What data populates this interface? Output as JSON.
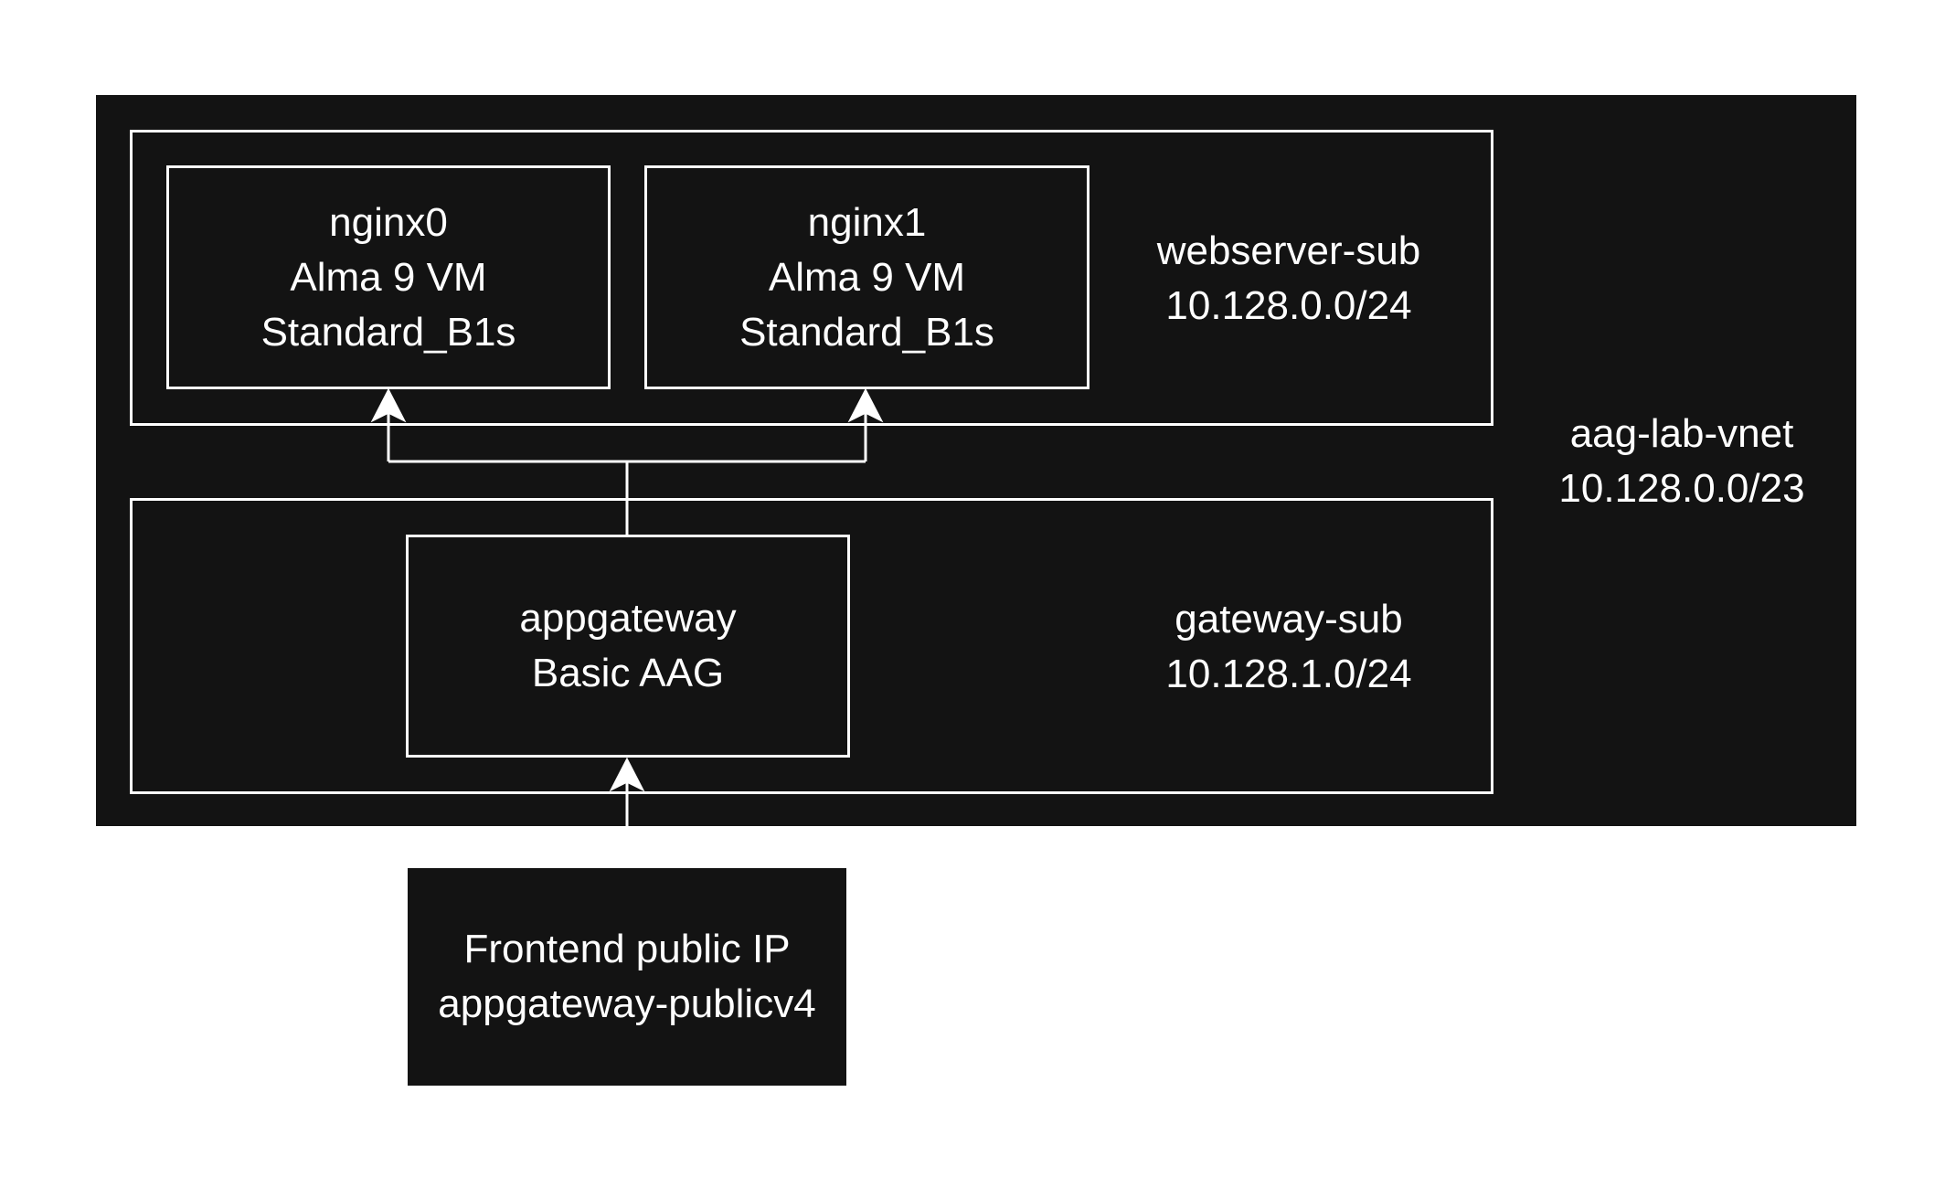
{
  "vnet": {
    "name": "aag-lab-vnet",
    "cidr": "10.128.0.0/23"
  },
  "webserver_subnet": {
    "name": "webserver-sub",
    "cidr": "10.128.0.0/24",
    "vms": [
      {
        "name": "nginx0",
        "os": "Alma 9 VM",
        "size": "Standard_B1s"
      },
      {
        "name": "nginx1",
        "os": "Alma 9 VM",
        "size": "Standard_B1s"
      }
    ]
  },
  "gateway_subnet": {
    "name": "gateway-sub",
    "cidr": "10.128.1.0/24",
    "gateway": {
      "name": "appgateway",
      "sku": "Basic AAG"
    }
  },
  "frontend": {
    "title": "Frontend public IP",
    "name": "appgateway-publicv4"
  },
  "colors": {
    "background": "#ffffff",
    "container": "#131313",
    "stroke": "#ffffff",
    "text": "#ffffff"
  }
}
